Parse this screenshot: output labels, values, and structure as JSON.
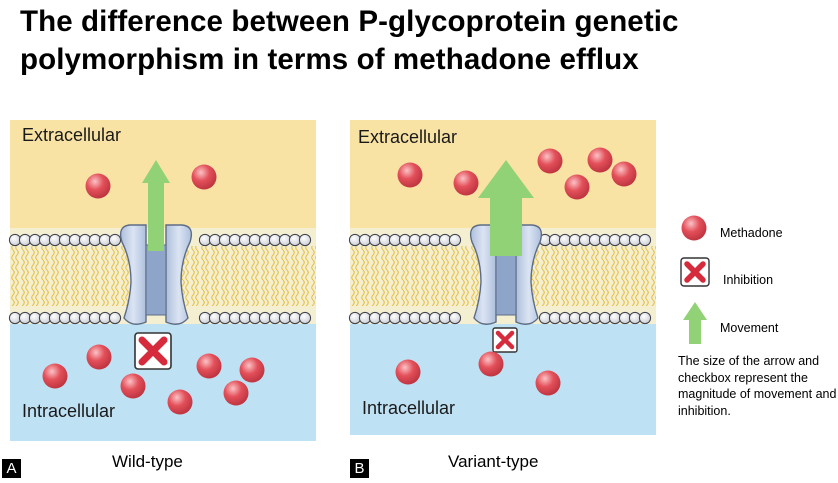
{
  "title": {
    "line1": "The difference between P-glycoprotein genetic",
    "line2": "polymorphism in terms of methadone efflux"
  },
  "panels": [
    {
      "letter": "A",
      "caption": "Wild-type",
      "extracellular_label": "Extracellular",
      "intracellular_label": "Intracellular",
      "extracellular_methadone_count": 2,
      "intracellular_methadone_count": 7,
      "movement_magnitude": "small",
      "inhibition_magnitude": "large"
    },
    {
      "letter": "B",
      "caption": "Variant-type",
      "extracellular_label": "Extracellular",
      "intracellular_label": "Intracellular",
      "extracellular_methadone_count": 6,
      "intracellular_methadone_count": 3,
      "movement_magnitude": "large",
      "inhibition_magnitude": "small"
    }
  ],
  "legend": {
    "methadone": "Methadone",
    "inhibition": "Inhibition",
    "movement": "Movement",
    "note": "The size of the arrow and checkbox represent the magnitude of movement and inhibition."
  },
  "colors": {
    "extracellular": "#f9e3a4",
    "intracellular": "#bfe1f4",
    "methadone": "#e3505a",
    "arrow": "#92d277",
    "transporter": "#c5d3ea",
    "inhibition_x": "#d62b3c"
  }
}
